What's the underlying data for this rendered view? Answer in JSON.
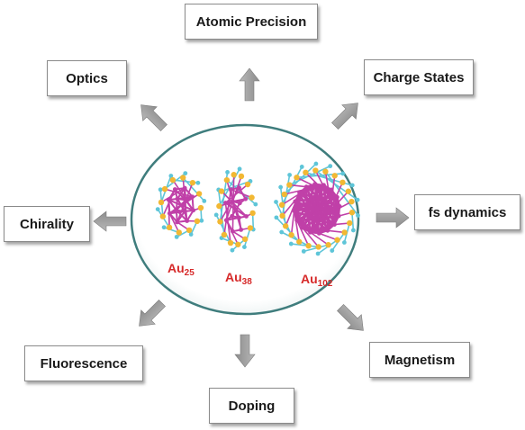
{
  "properties": [
    {
      "id": "atomic-precision",
      "label": "Atomic Precision"
    },
    {
      "id": "charge-states",
      "label": "Charge States"
    },
    {
      "id": "fs-dynamics",
      "label": "fs dynamics"
    },
    {
      "id": "magnetism",
      "label": "Magnetism"
    },
    {
      "id": "doping",
      "label": "Doping"
    },
    {
      "id": "fluorescence",
      "label": "Fluorescence"
    },
    {
      "id": "chirality",
      "label": "Chirality"
    },
    {
      "id": "optics",
      "label": "Optics"
    }
  ],
  "clusters": [
    {
      "element": "Au",
      "subscript": "25"
    },
    {
      "element": "Au",
      "subscript": "38"
    },
    {
      "element": "Au",
      "subscript": "102"
    }
  ],
  "colors": {
    "ellipse_stroke": "#3f7d7d",
    "arrow": "#9a9a9a",
    "gold_core": "#c040a8",
    "sulfur": "#f2b833",
    "ligand": "#5ec5d8",
    "cluster_label": "#d62a2a"
  }
}
